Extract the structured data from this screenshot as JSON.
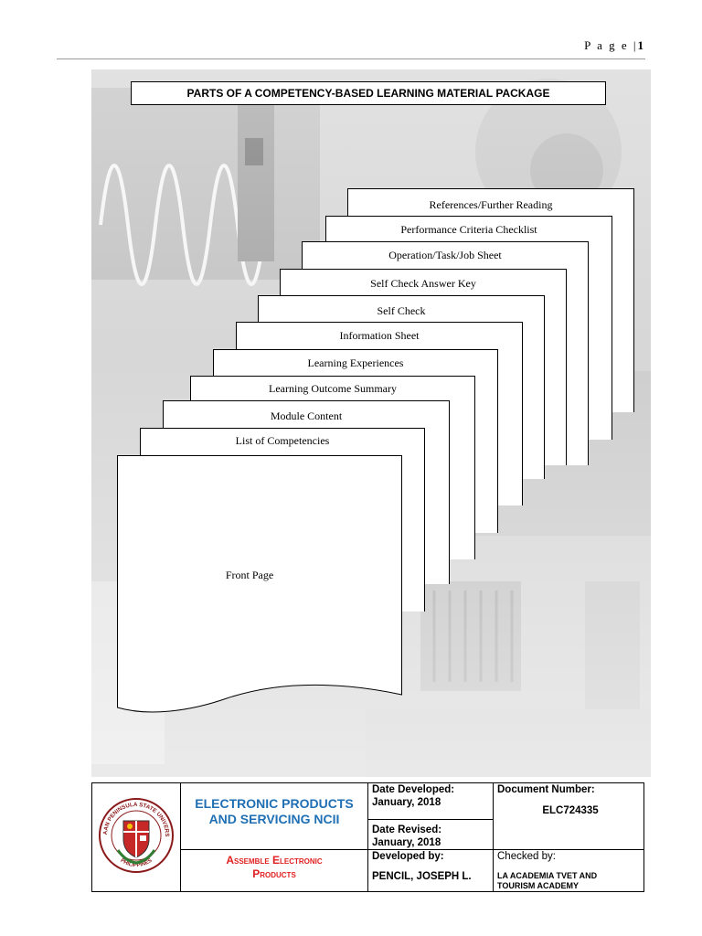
{
  "header": {
    "page_word": "P a g e |",
    "page_number": "1"
  },
  "title": "PARTS OF A COMPETENCY-BASED LEARNING MATERIAL PACKAGE",
  "sheets": [
    "References/Further Reading",
    "Performance Criteria Checklist",
    "Operation/Task/Job Sheet",
    "Self Check Answer Key",
    "Self Check",
    "Information Sheet",
    "Learning Experiences",
    "Learning Outcome Summary",
    "Module Content",
    "List of Competencies"
  ],
  "front_page": "Front Page",
  "footer": {
    "logo_top_text": "BATAAN PENINSULA STATE UNIVERSITY",
    "logo_bottom_text": "PHILIPPINES",
    "module_title_1": "ELECTRONIC PRODUCTS",
    "module_title_2": "AND SERVICING NCII",
    "unit_title_1": "Assemble Electronic",
    "unit_title_2": "Products",
    "date_developed_label": "Date Developed:",
    "date_developed": "January, 2018",
    "date_revised_label": "Date Revised:",
    "date_revised": "January, 2018",
    "developed_by_label": "Developed by:",
    "developed_by": "PENCIL, JOSEPH L.",
    "doc_number_label": "Document Number:",
    "doc_number": "ELC724335",
    "checked_by_label": "Checked by:",
    "checked_by_1": "LA ACADEMIA TVET AND",
    "checked_by_2": "TOURISM ACADEMY"
  },
  "colors": {
    "module_blue": "#1f6fb4",
    "unit_red": "#e02020"
  }
}
